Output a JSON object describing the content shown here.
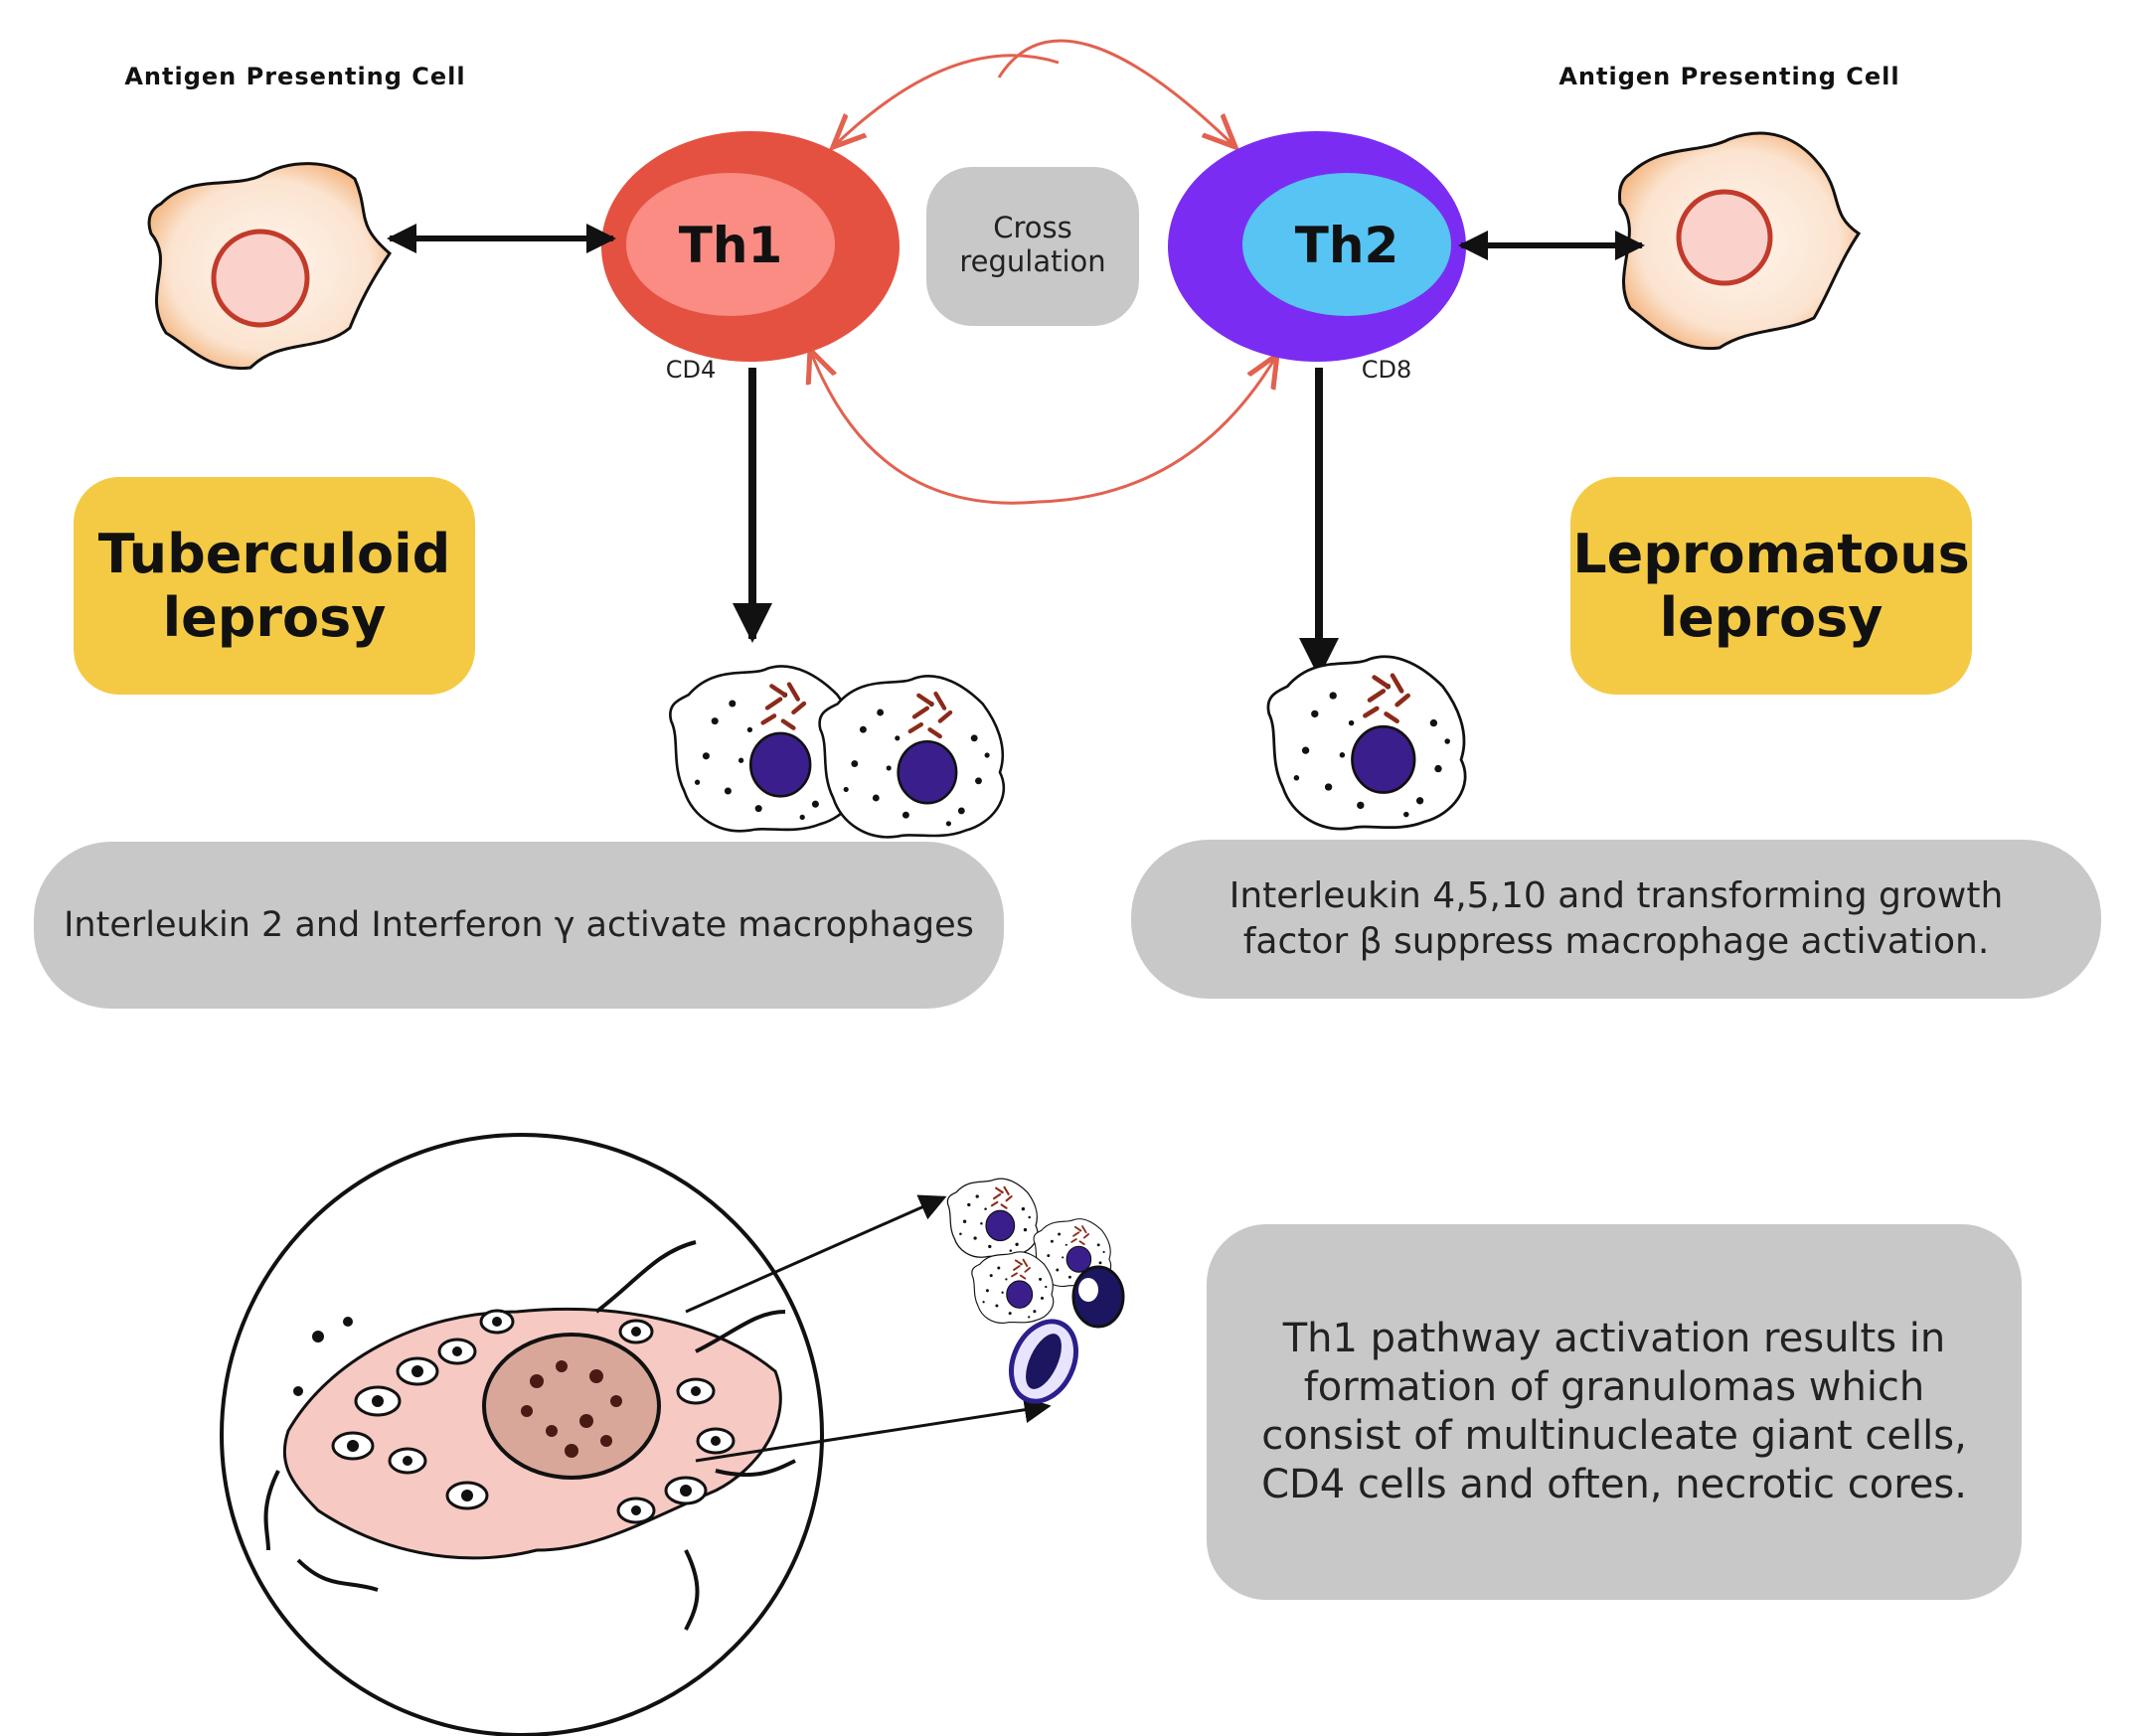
{
  "apc_left": {
    "label": "Antigen Presenting Cell"
  },
  "apc_right": {
    "label": "Antigen Presenting Cell"
  },
  "th1": {
    "label": "Th1",
    "marker": "CD4",
    "colors": {
      "outer": "#e55141",
      "inner": "#fa8c84"
    }
  },
  "th2": {
    "label": "Th2",
    "marker": "CD8",
    "colors": {
      "outer": "#7b2cf3",
      "inner": "#57c4f4"
    }
  },
  "cross_regulation": {
    "label": "Cross regulation"
  },
  "tuberculoid": {
    "label": "Tuberculoid leprosy"
  },
  "lepromatous": {
    "label": "Lepromatous leprosy"
  },
  "th1_effect": {
    "text": "Interleukin 2 and Interferon γ activate macrophages"
  },
  "th2_effect": {
    "text": "Interleukin 4,5,10 and transforming growth factor β suppress macrophage activation."
  },
  "granuloma_note": {
    "text": "Th1 pathway activation results in formation of granulomas which consist of multinucleate giant cells, CD4 cells and often, necrotic cores."
  },
  "colors": {
    "yellow_box": "#f4ca45",
    "gray_box": "#c8c8c8",
    "cross_arrows": "#e2614f",
    "macrophage_nucleus": "#3a1f8c"
  }
}
